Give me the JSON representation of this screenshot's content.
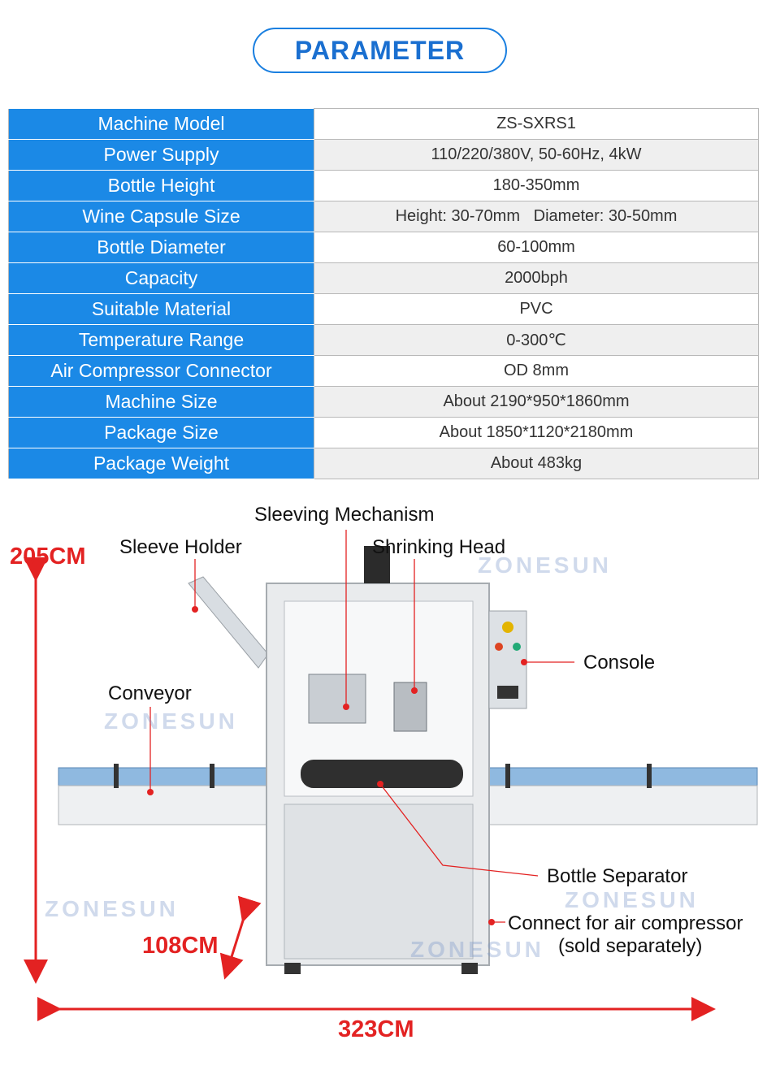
{
  "header": {
    "title": "PARAMETER"
  },
  "specs": [
    {
      "label": "Machine Model",
      "value": "ZS-SXRS1"
    },
    {
      "label": "Power Supply",
      "value": "110/220/380V, 50-60Hz, 4kW"
    },
    {
      "label": "Bottle Height",
      "value": "180-350mm"
    },
    {
      "label": "Wine Capsule Size",
      "value": "Height: 30-70mm   Diameter: 30-50mm"
    },
    {
      "label": "Bottle Diameter",
      "value": "60-100mm"
    },
    {
      "label": "Capacity",
      "value": "2000bph"
    },
    {
      "label": "Suitable Material",
      "value": "PVC"
    },
    {
      "label": "Temperature Range",
      "value": "0-300℃"
    },
    {
      "label": "Air Compressor Connector",
      "value": "OD 8mm"
    },
    {
      "label": "Machine Size",
      "value": "About 2190*950*1860mm"
    },
    {
      "label": "Package Size",
      "value": "About 1850*1120*2180mm"
    },
    {
      "label": "Package Weight",
      "value": "About 483kg"
    }
  ],
  "callouts": {
    "sleeving_mechanism": "Sleeving Mechanism",
    "sleeve_holder": "Sleeve Holder",
    "shrinking_head": "Shrinking Head",
    "console": "Console",
    "conveyor": "Conveyor",
    "bottle_separator": "Bottle Separator",
    "air_compressor_line1": "Connect for air compressor",
    "air_compressor_line2": "(sold separately)"
  },
  "dimensions": {
    "height": "205CM",
    "table_height": "108CM",
    "length": "323CM"
  },
  "watermark": "ZONESUN",
  "colors": {
    "accent_blue": "#1b89e6",
    "dimension_red": "#e32222"
  }
}
